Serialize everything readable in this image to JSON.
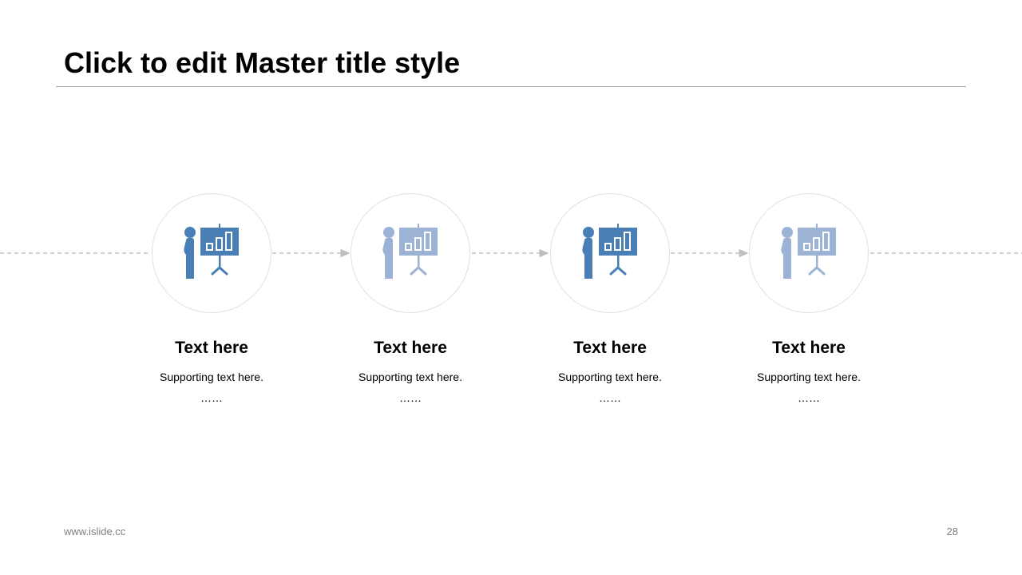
{
  "slide": {
    "title": "Click to edit Master title style",
    "footer_url": "www.islide.cc",
    "page_number": "28"
  },
  "colors": {
    "primary": "#4a7fb5",
    "secondary": "#9db3d6",
    "connector": "#bfbfbf",
    "rule": "#a6a6a6"
  },
  "steps": [
    {
      "title": "Text here",
      "text": "Supporting text here.",
      "more": "……",
      "icon": "presentation-board-icon",
      "color": "#4a7fb5"
    },
    {
      "title": "Text here",
      "text": "Supporting text here.",
      "more": "……",
      "icon": "presentation-board-icon",
      "color": "#9db3d6"
    },
    {
      "title": "Text here",
      "text": "Supporting text here.",
      "more": "……",
      "icon": "presentation-board-icon",
      "color": "#4a7fb5"
    },
    {
      "title": "Text here",
      "text": "Supporting text here.",
      "more": "……",
      "icon": "presentation-board-icon",
      "color": "#9db3d6"
    }
  ]
}
